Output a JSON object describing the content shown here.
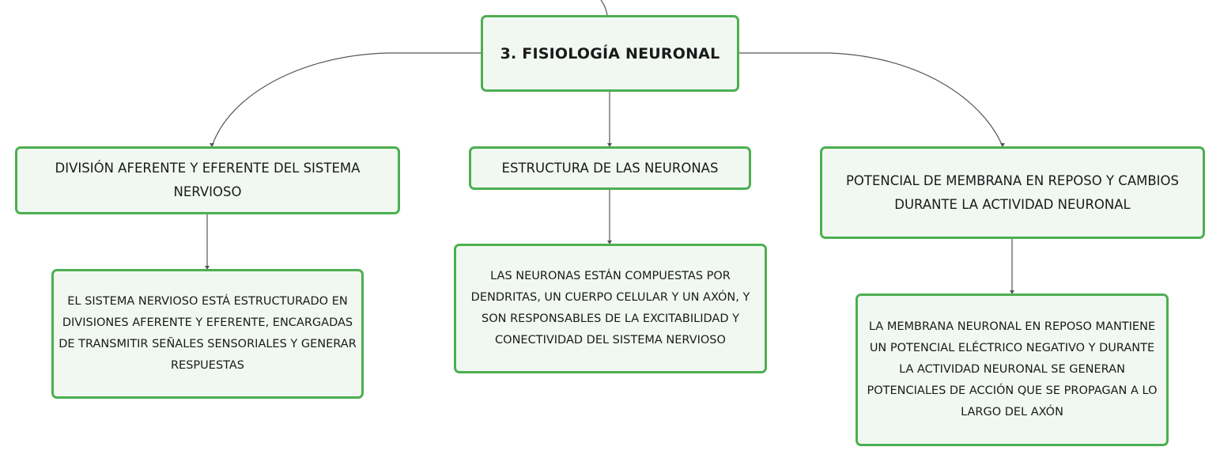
{
  "diagram": {
    "root": {
      "label": "3. FISIOLOGÍA NEURONAL"
    },
    "branches": [
      {
        "label": "DIVISIÓN AFERENTE Y EFERENTE DEL SISTEMA NERVIOSO",
        "detail": "EL SISTEMA NERVIOSO ESTÁ ESTRUCTURADO EN DIVISIONES AFERENTE Y EFERENTE, ENCARGADAS DE TRANSMITIR SEÑALES SENSORIALES Y GENERAR RESPUESTAS"
      },
      {
        "label": "ESTRUCTURA DE LAS NEURONAS",
        "detail": "LAS NEURONAS ESTÁN COMPUESTAS POR DENDRITAS, UN CUERPO CELULAR Y UN AXÓN, Y SON RESPONSABLES DE LA EXCITABILIDAD Y CONECTIVIDAD DEL SISTEMA NERVIOSO"
      },
      {
        "label": "POTENCIAL DE MEMBRANA EN REPOSO Y CAMBIOS DURANTE LA ACTIVIDAD NEURONAL",
        "detail": "LA MEMBRANA NEURONAL EN REPOSO MANTIENE UN POTENCIAL ELÉCTRICO NEGATIVO Y DURANTE LA ACTIVIDAD NEURONAL SE GENERAN POTENCIALES DE ACCIÓN QUE SE PROPAGAN A LO LARGO DEL AXÓN"
      }
    ]
  },
  "colors": {
    "node_border": "#4caf50",
    "node_fill": "#f1f8f2",
    "connector": "#555555",
    "text": "#1a1a1a"
  }
}
